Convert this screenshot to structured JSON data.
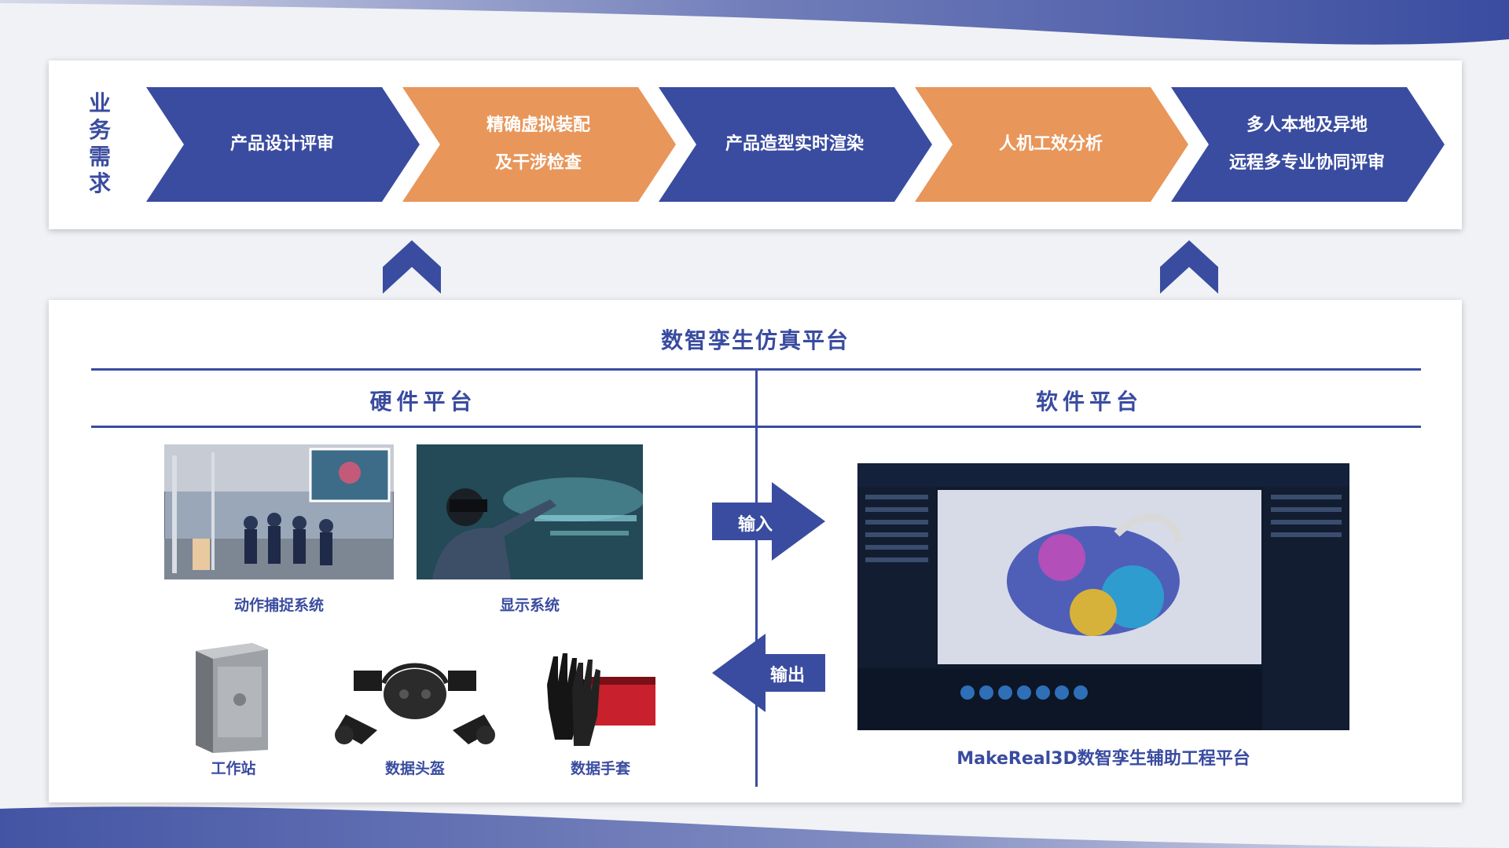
{
  "requirements": {
    "side_label": "业务需求",
    "steps": [
      {
        "lines": [
          "产品设计评审"
        ],
        "color": "#3a4ca0"
      },
      {
        "lines": [
          "精确虚拟装配",
          "及干涉检查"
        ],
        "color": "#e8965a"
      },
      {
        "lines": [
          "产品造型实时渲染"
        ],
        "color": "#3a4ca0"
      },
      {
        "lines": [
          "人机工效分析"
        ],
        "color": "#e8965a"
      },
      {
        "lines": [
          "多人本地及异地",
          "远程多专业协同评审"
        ],
        "color": "#3a4ca0"
      }
    ]
  },
  "platform": {
    "title": "数智孪生仿真平台",
    "hardware": {
      "heading": "硬件平台",
      "items": [
        {
          "caption": "动作捕捉系统"
        },
        {
          "caption": "显示系统"
        },
        {
          "caption": "工作站"
        },
        {
          "caption": "数据头盔"
        },
        {
          "caption": "数据手套"
        }
      ]
    },
    "software": {
      "heading": "软件平台",
      "caption": "MakeReal3D数智孪生辅助工程平台"
    },
    "flow": {
      "input_label": "输入",
      "output_label": "输出"
    }
  },
  "colors": {
    "brand_blue": "#3a4ca0",
    "accent_orange": "#e8965a"
  }
}
